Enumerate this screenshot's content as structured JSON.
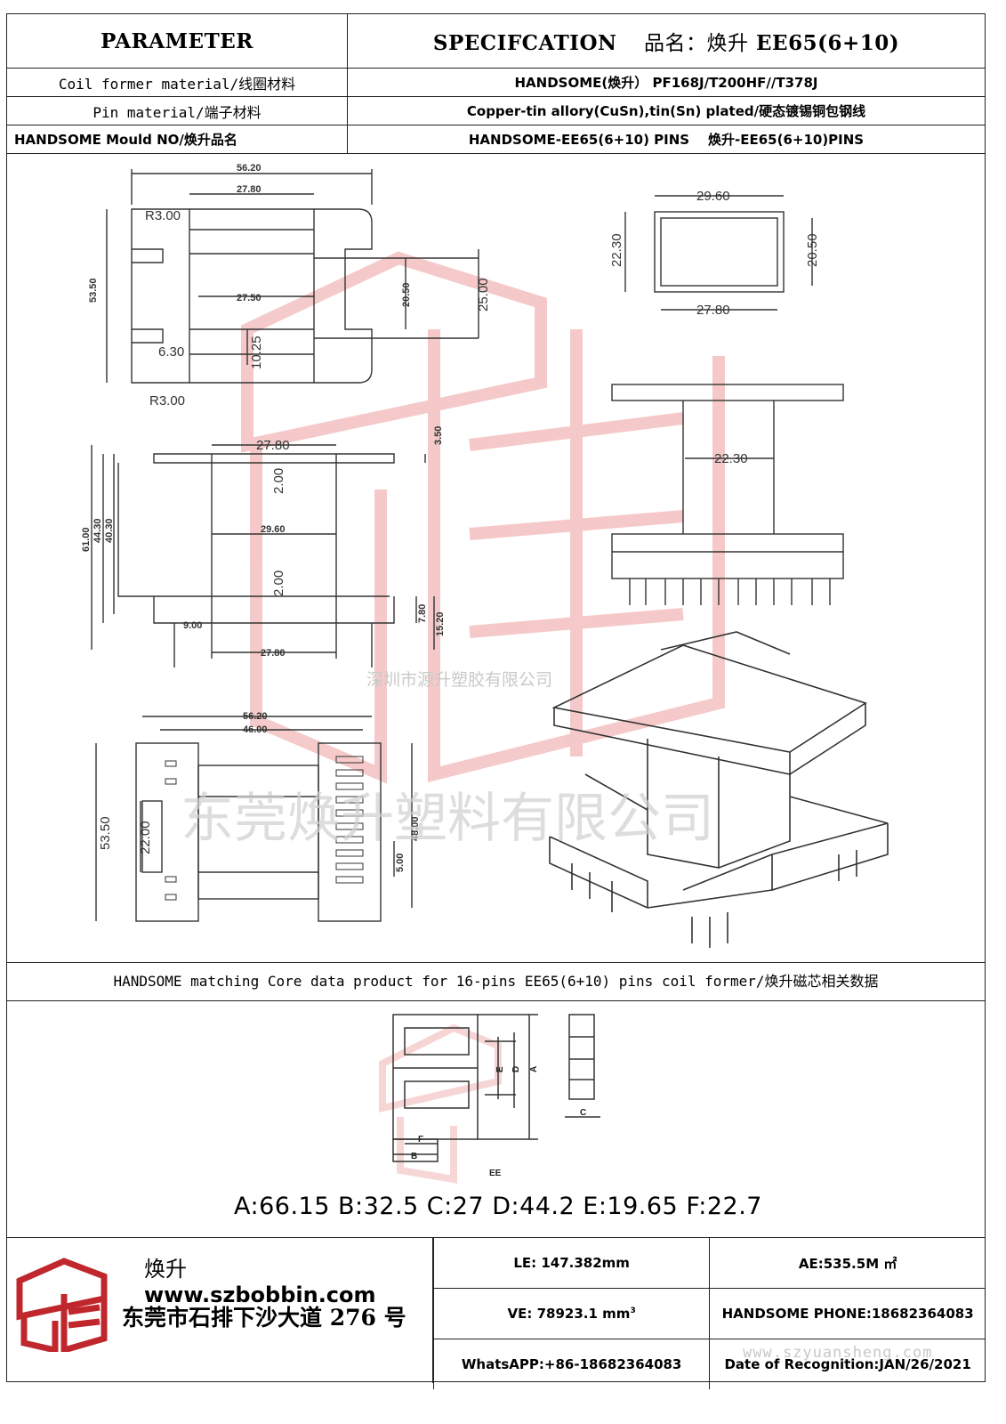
{
  "header": {
    "parameter": "PARAMETER",
    "specification": "SPECIFCATION",
    "product_name_label": "品名：焕升",
    "product_name_value": "EE65(6+10)"
  },
  "rows": [
    {
      "label": "Coil former material/线圈材料",
      "value": "HANDSOME(焕升） PF168J/T200HF//T378J"
    },
    {
      "label": "Pin material/端子材料",
      "value": "Copper-tin allory(CuSn),tin(Sn) plated/硬态镀锡铜包钢线"
    },
    {
      "label": "HANDSOME Mould NO/焕升品名",
      "value": "HANDSOME-EE65(6+10) PINS    焕升-EE65(6+10)PINS"
    }
  ],
  "drawing": {
    "top_view": {
      "overall_width": "56.20",
      "inner_width": "27.80",
      "radius_top": "R3.00",
      "height": "53.50",
      "center_width": "27.50",
      "window": "20.50",
      "height2": "25.00",
      "slot": "6.30",
      "tab": "10.25",
      "radius_bottom": "R3.00"
    },
    "section": {
      "outer": "29.60",
      "inner": "27.80",
      "left": "22.30",
      "right": "20.50"
    },
    "side_view": {
      "top_width": "27.80",
      "flange": "3.50",
      "wall1": "2.00",
      "mid": "29.60",
      "wall2": "2.00",
      "h1": "61.00",
      "h2": "44.30",
      "h3": "40.30",
      "pin1": "7.80",
      "pin2": "15.20",
      "pitch": "9.00",
      "bottom_width": "27.80"
    },
    "front_view": {
      "inner": "22.30"
    },
    "bottom_view": {
      "overall": "56.20",
      "pin_span": "46.00",
      "height": "53.50",
      "window": "22.00",
      "pitch": "5.00",
      "pin_row": "48.00"
    }
  },
  "watermarks": {
    "company_small": "深圳市源升塑胶有限公司",
    "company_large": "东莞焕升塑料有限公司",
    "url": "www.szyuansheng.com"
  },
  "core": {
    "title": "HANDSOME matching Core data  product for 16-pins EE65(6+10) pins coil former/焕升磁芯相关数据",
    "labels": [
      "A",
      "B",
      "C",
      "D",
      "E",
      "F"
    ],
    "core_type": "EE",
    "dims": "A:66.15 B:32.5 C:27 D:44.2 E:19.65 F:22.7"
  },
  "footer": {
    "brand_cn": "焕升",
    "website": "www.szbobbin.com",
    "address": "东莞市石排下沙大道 276 号",
    "le": "LE: 147.382mm",
    "ae": "AE:535.5M ㎡",
    "ve_prefix": "VE: 78923.1 mm",
    "ve_sup": "3",
    "phone": "HANDSOME PHONE:18682364083",
    "whatsapp": "WhatsAPP:+86-18682364083",
    "date": "Date of Recognition:JAN/26/2021"
  },
  "colors": {
    "watermark": "#d93a3a",
    "logo": "#c0272d",
    "line": "#222222"
  }
}
